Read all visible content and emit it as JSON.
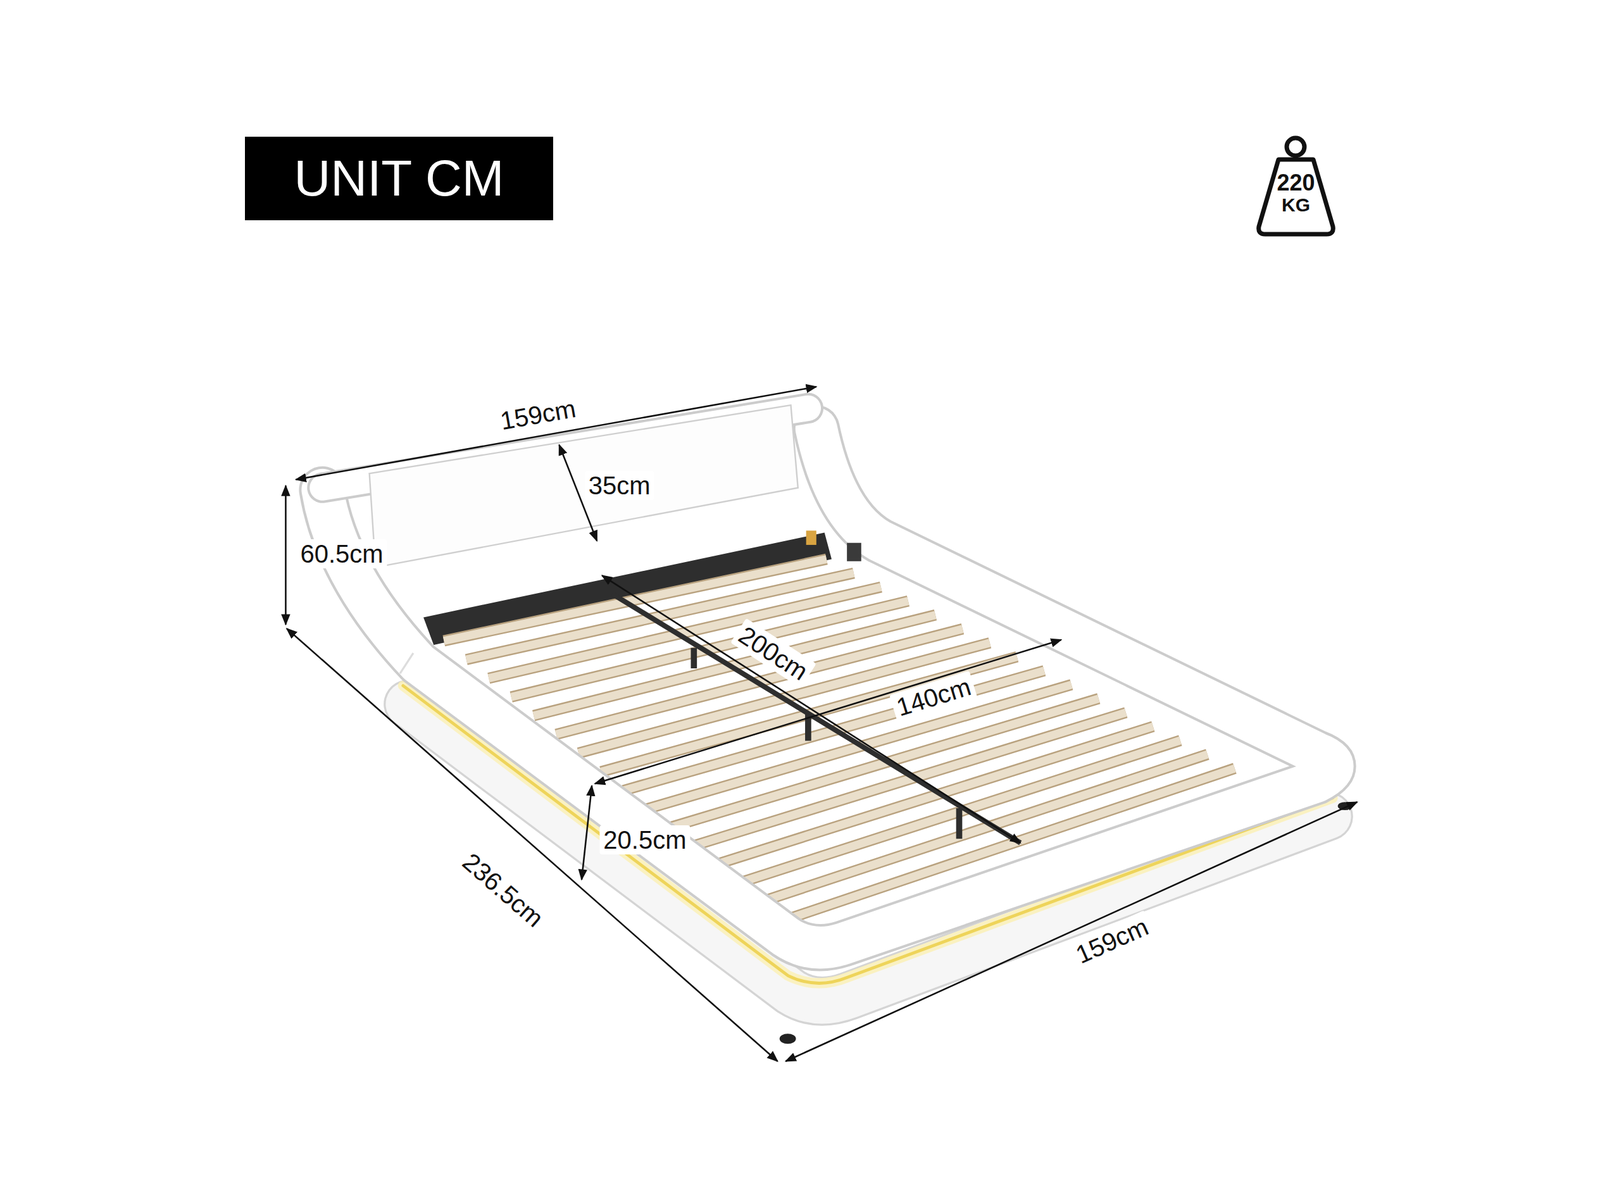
{
  "diagram": {
    "nodes": [
      {
        "text": [
          "UNIT CM"
        ]
      },
      {
        "text": [
          "220",
          "KG"
        ]
      }
    ],
    "labels": [
      "159cm",
      "35cm",
      "60.5cm",
      "200cm",
      "140cm",
      "20.5cm",
      "236.5cm",
      "159cm"
    ]
  }
}
